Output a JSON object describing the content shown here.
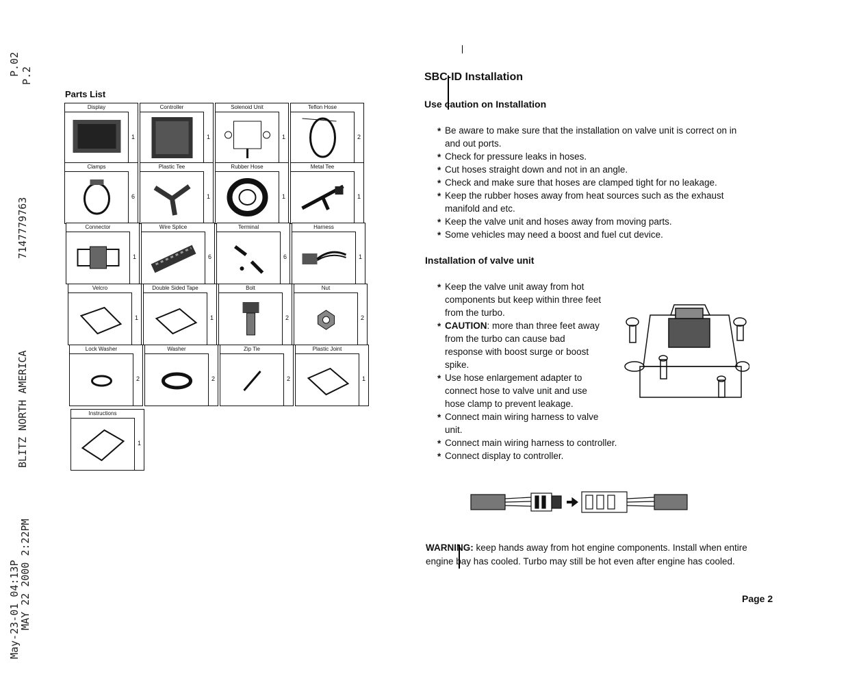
{
  "fax_header": {
    "page_top": "P.02",
    "page_bottom": "P.2",
    "phone": "7147779763",
    "company": "BLITZ NORTH AMERICA",
    "stamp_1": "May-23-01 04:13P",
    "stamp_2": "MAY 22 2000 2:22PM"
  },
  "parts": {
    "title": "Parts List",
    "rows": [
      [
        {
          "name": "Display",
          "qty": "1",
          "icon": "display-icon"
        },
        {
          "name": "Controller",
          "qty": "1",
          "icon": "controller-icon"
        },
        {
          "name": "Solenoid Unit",
          "qty": "1",
          "icon": "solenoid-icon"
        },
        {
          "name": "Teflon Hose",
          "qty": "2",
          "icon": "hose-icon"
        }
      ],
      [
        {
          "name": "Clamps",
          "qty": "6",
          "icon": "clamp-icon"
        },
        {
          "name": "Plastic Tee",
          "qty": "1",
          "icon": "plastic-tee-icon"
        },
        {
          "name": "Rubber Hose",
          "qty": "1",
          "icon": "rubber-hose-icon"
        },
        {
          "name": "Metal Tee",
          "qty": "1",
          "icon": "metal-tee-icon"
        }
      ],
      [
        {
          "name": "Connector",
          "qty": "1",
          "icon": "connector-icon"
        },
        {
          "name": "Wire Splice",
          "qty": "6",
          "icon": "wire-splice-icon"
        },
        {
          "name": "Terminal",
          "qty": "6",
          "icon": "terminal-icon"
        },
        {
          "name": "Harness",
          "qty": "1",
          "icon": "harness-icon"
        }
      ],
      [
        {
          "name": "Velcro",
          "qty": "1",
          "icon": "velcro-icon"
        },
        {
          "name": "Double Sided Tape",
          "qty": "1",
          "icon": "tape-icon"
        },
        {
          "name": "Bolt",
          "qty": "2",
          "icon": "bolt-icon"
        },
        {
          "name": "Nut",
          "qty": "2",
          "icon": "nut-icon"
        }
      ],
      [
        {
          "name": "Lock Washer",
          "qty": "2",
          "icon": "lock-washer-icon"
        },
        {
          "name": "Washer",
          "qty": "2",
          "icon": "washer-icon"
        },
        {
          "name": "Zip Tie",
          "qty": "2",
          "icon": "zip-tie-icon"
        },
        {
          "name": "Plastic Joint",
          "qty": "1",
          "icon": "plastic-joint-icon"
        }
      ],
      [
        {
          "name": "Instructions",
          "qty": "1",
          "icon": "manual-icon"
        }
      ]
    ]
  },
  "install": {
    "title": "SBC-ID Installation",
    "caution_heading": "Use caution on Installation",
    "caution_items": [
      "Be aware to make sure that the installation on valve unit is correct on in and out ports.",
      "Check for pressure leaks in hoses.",
      "Cut hoses straight down and not in an angle.",
      "Check and make sure that hoses are clamped tight for no leakage.",
      "Keep the rubber hoses away from heat sources such as the exhaust manifold and etc.",
      "Keep the valve unit and hoses away from moving parts.",
      "Some vehicles may need a boost and fuel cut device."
    ],
    "valve_heading": "Installation of valve unit",
    "valve_items": [
      {
        "lead": "",
        "text": "Keep the valve unit away from hot components but keep within three feet from the turbo."
      },
      {
        "lead": "CAUTION",
        "text": ": more than three feet away from the turbo can cause bad response with boost surge or boost spike."
      },
      {
        "lead": "",
        "text": "Use hose enlargement adapter to connect hose to valve unit and use hose clamp to prevent leakage."
      },
      {
        "lead": "",
        "text": "Connect main wiring harness to valve unit."
      },
      {
        "lead": "",
        "text": "Connect main wiring harness to controller."
      },
      {
        "lead": "",
        "text": "Connect display to controller."
      }
    ],
    "warning_label": "WARNING:",
    "warning_text": " keep hands away from hot engine components.  Install when entire engine bay has cooled.  Turbo may still be hot even after engine has cooled."
  },
  "page_number": "Page 2"
}
